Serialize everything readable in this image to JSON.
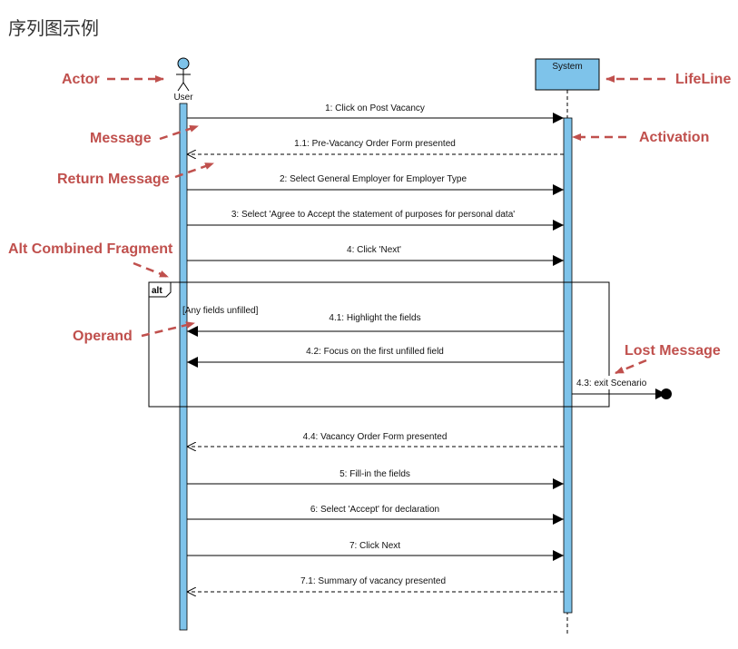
{
  "title": "序列图示例",
  "actor": {
    "name": "User"
  },
  "lifeline": {
    "name": "System"
  },
  "fragment": {
    "operator": "alt",
    "guard": "[Any fields unfilled]"
  },
  "messages": [
    {
      "id": "m1",
      "label": "1: Click on Post Vacancy",
      "kind": "sync"
    },
    {
      "id": "m11",
      "label": "1.1: Pre-Vacancy Order Form presented",
      "kind": "return"
    },
    {
      "id": "m2",
      "label": "2: Select General Employer for Employer Type",
      "kind": "sync"
    },
    {
      "id": "m3",
      "label": "3: Select 'Agree to Accept the statement of purposes for personal data'",
      "kind": "sync"
    },
    {
      "id": "m4",
      "label": "4: Click 'Next'",
      "kind": "sync"
    },
    {
      "id": "m41",
      "label": "4.1: Highlight the fields",
      "kind": "sync"
    },
    {
      "id": "m42",
      "label": "4.2: Focus on the first unfilled field",
      "kind": "sync"
    },
    {
      "id": "m43",
      "label": "4.3: exit Scenario",
      "kind": "lost"
    },
    {
      "id": "m44",
      "label": "4.4: Vacancy Order Form presented",
      "kind": "return"
    },
    {
      "id": "m5",
      "label": "5: Fill-in the fields",
      "kind": "sync"
    },
    {
      "id": "m6",
      "label": "6: Select 'Accept' for declaration",
      "kind": "sync"
    },
    {
      "id": "m7",
      "label": "7: Click Next",
      "kind": "sync"
    },
    {
      "id": "m71",
      "label": "7.1: Summary of vacancy presented",
      "kind": "return"
    }
  ],
  "callouts": {
    "actor": "Actor",
    "lifeline": "LifeLine",
    "message": "Message",
    "activation": "Activation",
    "return_message": "Return Message",
    "alt_fragment": "Alt Combined Fragment",
    "operand": "Operand",
    "lost_message": "Lost Message"
  },
  "colors": {
    "activation_fill": "#7ec3ea",
    "lifeline_box_fill": "#7ec3ea",
    "callout": "#c0504d",
    "line": "#000000"
  }
}
